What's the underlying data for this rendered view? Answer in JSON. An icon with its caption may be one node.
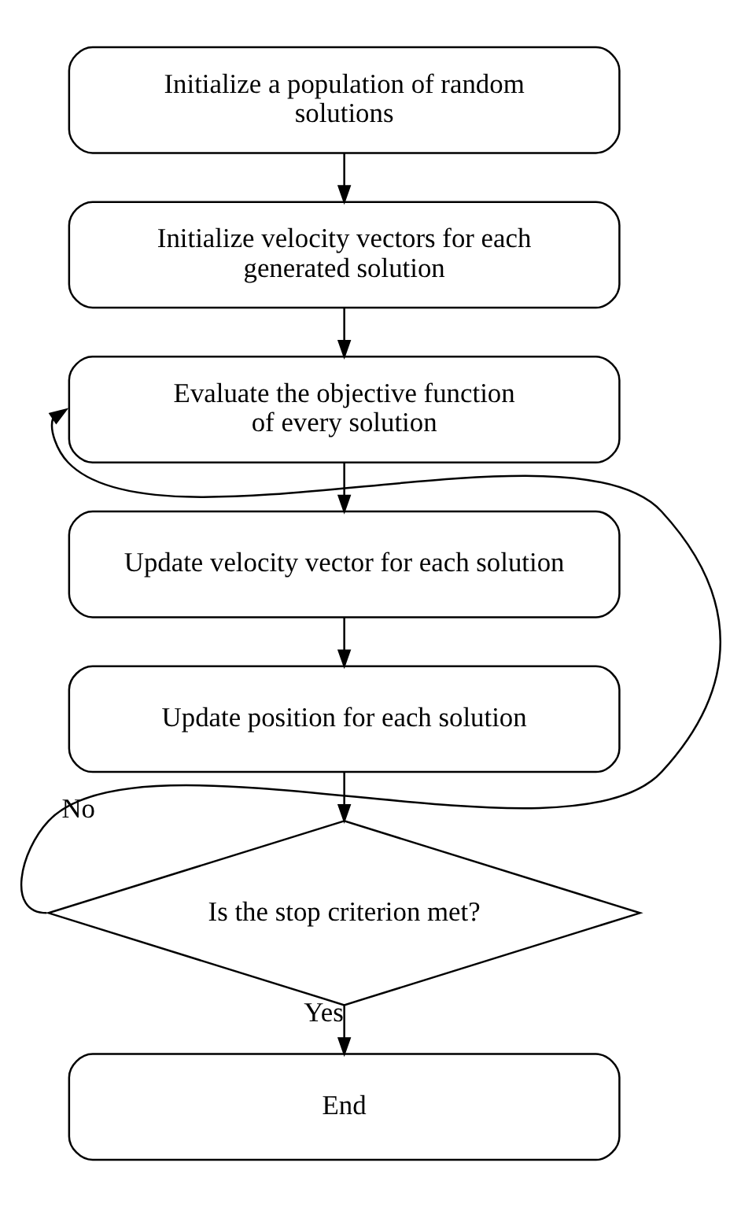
{
  "diagram": {
    "nodes": [
      {
        "text": [
          "Initialize a population of random solutions"
        ]
      },
      {
        "text": [
          "Initialize velocity vectors for each generated solution"
        ]
      },
      {
        "text": [
          "Evaluate the objective function of every solution"
        ]
      },
      {
        "text": [
          "Update velocity vector for each solution"
        ]
      },
      {
        "text": [
          "Update position for each solution"
        ]
      },
      {
        "text": [
          "Is the stop criterion met?"
        ]
      },
      {
        "text": [
          "End"
        ]
      }
    ],
    "edges": [
      {
        "from": 0,
        "to": 1,
        "arrow": "to"
      },
      {
        "from": 1,
        "to": 2,
        "arrow": "to"
      },
      {
        "from": 2,
        "to": 3,
        "arrow": "to"
      },
      {
        "from": 3,
        "to": 4,
        "arrow": "to"
      },
      {
        "from": 4,
        "to": 5,
        "arrow": "to"
      },
      {
        "from": 5,
        "to": 2,
        "arrow": "to",
        "label": "No"
      },
      {
        "from": 5,
        "to": 6,
        "arrow": "to",
        "label": "Yes"
      }
    ]
  }
}
